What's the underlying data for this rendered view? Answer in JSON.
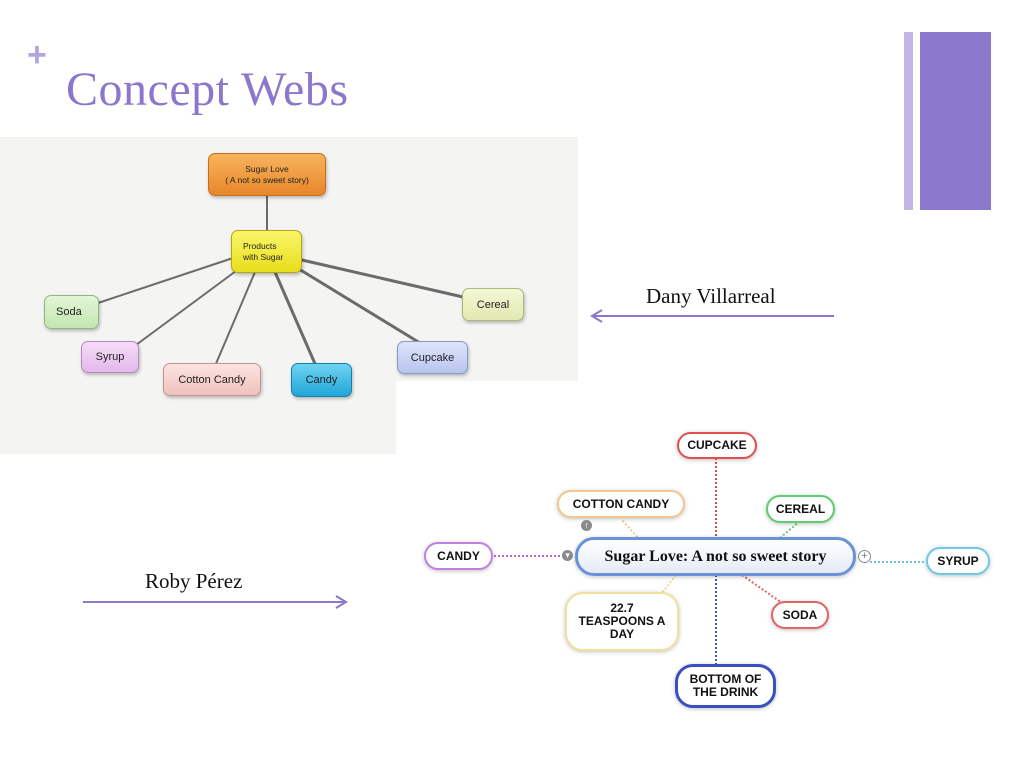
{
  "slide": {
    "plus": "+",
    "title": "Concept Webs",
    "accent_color": "#8b77cc",
    "accent_light": "#c2b6e6"
  },
  "web1": {
    "root": "Sugar Love\n( A not so sweet story)",
    "hub": "Products\nwith Sugar",
    "nodes": {
      "soda": "Soda",
      "syrup": "Syrup",
      "cotton_candy": "Cotton Candy",
      "candy": "Candy",
      "cupcake": "Cupcake",
      "cereal": "Cereal"
    }
  },
  "web2": {
    "center": "Sugar Love: A not so sweet story",
    "nodes": {
      "cupcake": "CUPCAKE",
      "cotton_candy": "COTTON CANDY",
      "cereal": "CEREAL",
      "candy": "CANDY",
      "syrup": "SYRUP",
      "soda": "SODA",
      "teaspoons": "22.7\nTEASPOONS A\nDAY",
      "bottom": "BOTTOM OF\nTHE DRINK"
    }
  },
  "credits": {
    "dany": "Dany Villarreal",
    "roby": "Roby Pérez"
  }
}
